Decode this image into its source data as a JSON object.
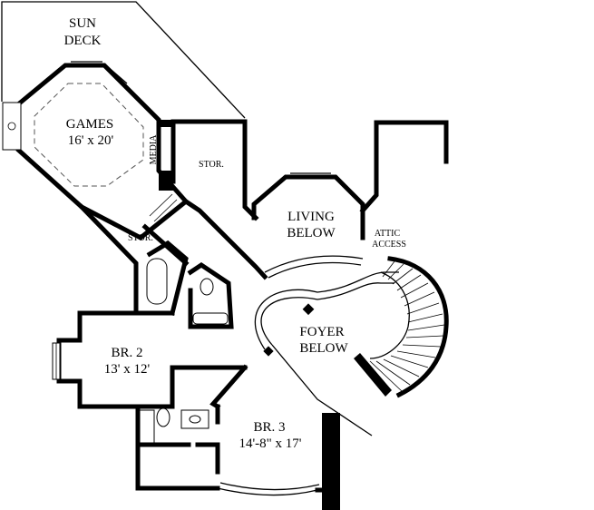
{
  "rooms": {
    "sun_deck": {
      "line1": "SUN",
      "line2": "DECK"
    },
    "games": {
      "name": "GAMES",
      "size": "16' x 20'"
    },
    "media": {
      "name": "MEDIA"
    },
    "stor_upper": {
      "name": "STOR."
    },
    "stor_lower": {
      "name": "STOR."
    },
    "living": {
      "line1": "LIVING",
      "line2": "BELOW"
    },
    "attic": {
      "line1": "ATTIC",
      "line2": "ACCESS"
    },
    "foyer": {
      "line1": "FOYER",
      "line2": "BELOW"
    },
    "br2": {
      "name": "BR. 2",
      "size": "13' x 12'"
    },
    "br3": {
      "name": "BR. 3",
      "size": "14'-8\" x 17'"
    }
  }
}
